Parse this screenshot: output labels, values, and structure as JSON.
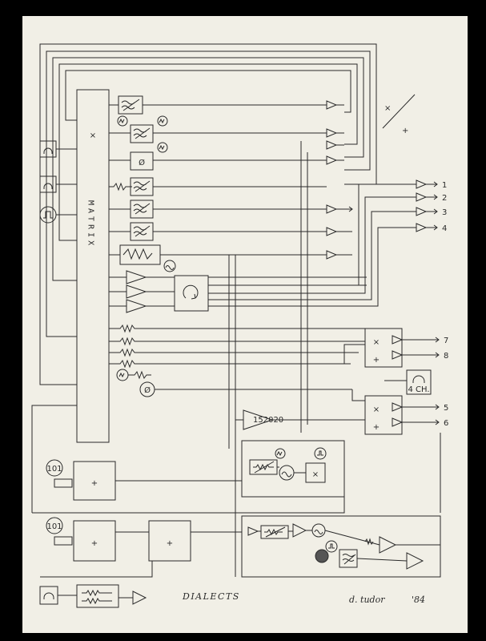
{
  "diagram": {
    "matrix_label": "MATRIX",
    "matrix_symbol": "×",
    "corner_symbol_top": "×",
    "corner_symbol_bottom": "+",
    "outputs_top": [
      "1",
      "2",
      "3",
      "4"
    ],
    "outputs_mid": [
      "7",
      "8"
    ],
    "outputs_low": [
      "5",
      "6"
    ],
    "four_ch_label": "4 CH.",
    "amp_label": "152020",
    "speaker_label": "101",
    "phase_symbol": "Ø",
    "plus_symbol": "+",
    "times_symbol": "×"
  },
  "footer": {
    "title": "DIALECTS",
    "signature": "d. tudor",
    "year": "'84"
  },
  "colors": {
    "paper": "#f1efe6",
    "ink": "#2a2a2a",
    "background": "#000000"
  }
}
